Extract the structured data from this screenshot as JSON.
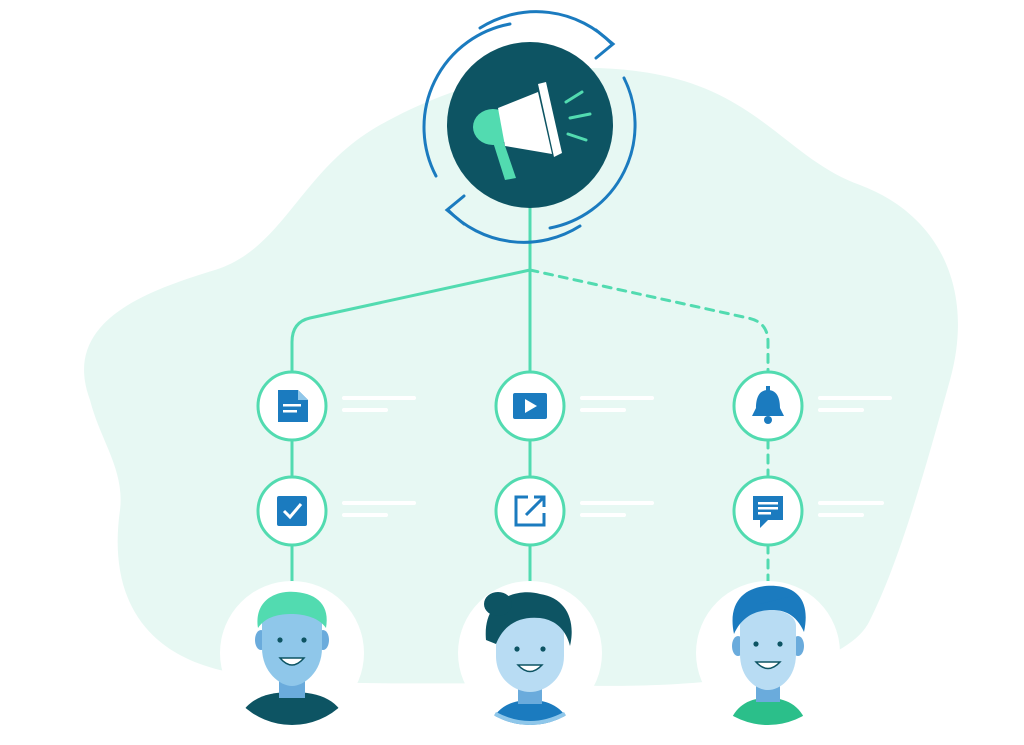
{
  "colors": {
    "blob": "#e7f8f3",
    "line": "#52dbb0",
    "ring": "#1b7bbf",
    "hub": "#0d5463",
    "icon": "#1b7bbf",
    "placeholder": "#ffffff",
    "skin": "#8fc7ea",
    "skin_dark": "#6aabdc"
  },
  "hub": {
    "icon": "megaphone-icon"
  },
  "branches": [
    {
      "id": "left",
      "connector": "solid",
      "nodes": [
        {
          "icon": "document-icon"
        },
        {
          "icon": "checkbox-icon"
        }
      ],
      "person": {
        "avatar": "avatar-mint-hair",
        "shirt_color": "#0d5463",
        "hair_color": "#52dbb0"
      }
    },
    {
      "id": "center",
      "connector": "solid",
      "nodes": [
        {
          "icon": "video-play-icon"
        },
        {
          "icon": "external-link-icon"
        }
      ],
      "person": {
        "avatar": "avatar-dark-hair",
        "shirt_color": "#1b7bbf",
        "hair_color": "#0d5463"
      }
    },
    {
      "id": "right",
      "connector": "dashed",
      "nodes": [
        {
          "icon": "bell-icon"
        },
        {
          "icon": "chat-message-icon"
        }
      ],
      "person": {
        "avatar": "avatar-blue-hair",
        "shirt_color": "#2bbf8a",
        "hair_color": "#1b7bbf"
      }
    }
  ]
}
